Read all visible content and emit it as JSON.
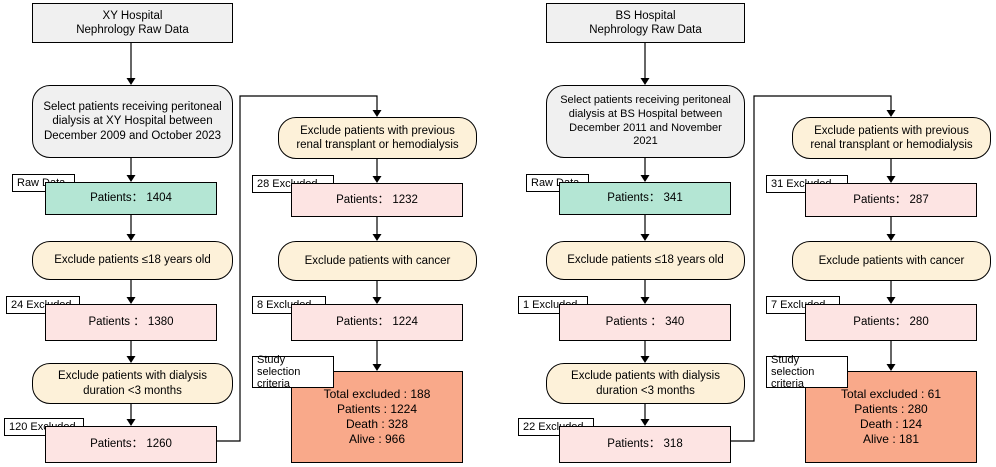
{
  "left": {
    "source": "XY Hospital\nNephrology Raw Data",
    "select": "Select patients receiving peritoneal\ndialysis at XY Hospital between\nDecember 2009 and October 2023",
    "raw_tag": "Raw Data",
    "raw_patients": "Patients：  1404",
    "exclude_age": "Exclude patients ≤18 years old",
    "age_tag": "24 Excluded",
    "age_patients": "Patients ：   1380",
    "exclude_duration": "Exclude patients with dialysis\nduration <3 months",
    "duration_tag": "120 Excluded",
    "duration_patients": "Patients：   1260",
    "exclude_transplant": "Exclude patients with previous\nrenal transplant or hemodialysis",
    "transplant_tag": "28 Excluded",
    "transplant_patients": "Patients：   1232",
    "exclude_cancer": "Exclude patients with cancer",
    "cancer_tag": "8 Excluded",
    "cancer_patients": "Patients：   1224",
    "final_tag": "Study selection\ncriteria",
    "final": "Total excluded : 188\nPatients :   1224\nDeath : 328\nAlive : 966"
  },
  "right": {
    "source": "BS Hospital\nNephrology Raw Data",
    "select": "Select patients receiving peritoneal\ndialysis at BS Hospital  between\nDecember 2011 and November\n2021",
    "raw_tag": "Raw Data",
    "raw_patients": "Patients：  341",
    "exclude_age": "Exclude patients ≤18 years old",
    "age_tag": "1 Excluded",
    "age_patients": "Patients ：   340",
    "exclude_duration": "Exclude patients with dialysis\nduration <3 months",
    "duration_tag": "22 Excluded",
    "duration_patients": "Patients：   318",
    "exclude_transplant": "Exclude patients with previous\nrenal transplant or hemodialysis",
    "transplant_tag": "31 Excluded",
    "transplant_patients": "Patients：   287",
    "exclude_cancer": "Exclude patients with cancer",
    "cancer_tag": "7 Excluded",
    "cancer_patients": "Patients：   280",
    "final_tag": "Study selection\ncriteria",
    "final": "Total excluded :  61\nPatients :   280\nDeath : 124\nAlive : 181"
  }
}
